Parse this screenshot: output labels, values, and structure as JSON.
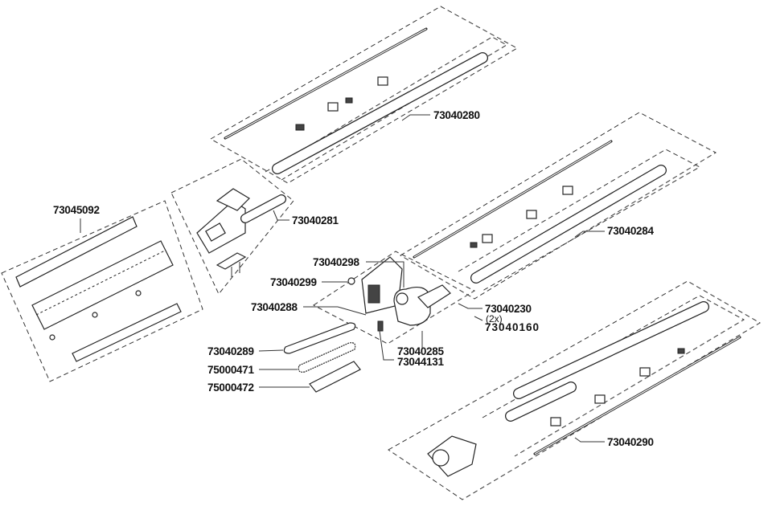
{
  "title": "Pole saw / hedge trimmer exploded parts diagram",
  "parts": {
    "upper_extension": "73040280",
    "hedge_trimmer_head": "73045092",
    "hedge_gearbox": "73040281",
    "middle_extension": "73040284",
    "chain_cover": "73040298",
    "cover_nut": "73040299",
    "chain_tensioner": "73040288",
    "screw_a": "73040230",
    "screw_qty": "(2x)",
    "screw_b": "73040160",
    "bar": "73040289",
    "chain": "75000471",
    "bar_cover": "75000472",
    "saw_head": "73040285",
    "saw_part": "73044131",
    "lower_extension": "73040290"
  }
}
